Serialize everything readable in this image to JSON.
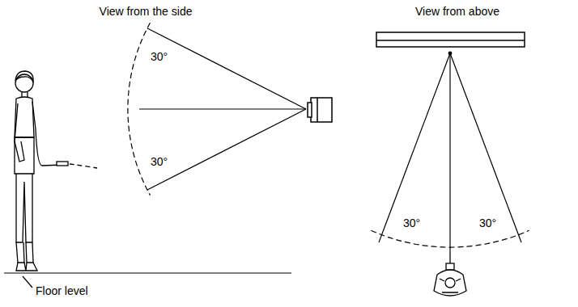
{
  "diagram": {
    "labels": [
      "View from the side",
      "View from above",
      "30°",
      "30°",
      "30°",
      "30°",
      "Floor level"
    ]
  }
}
